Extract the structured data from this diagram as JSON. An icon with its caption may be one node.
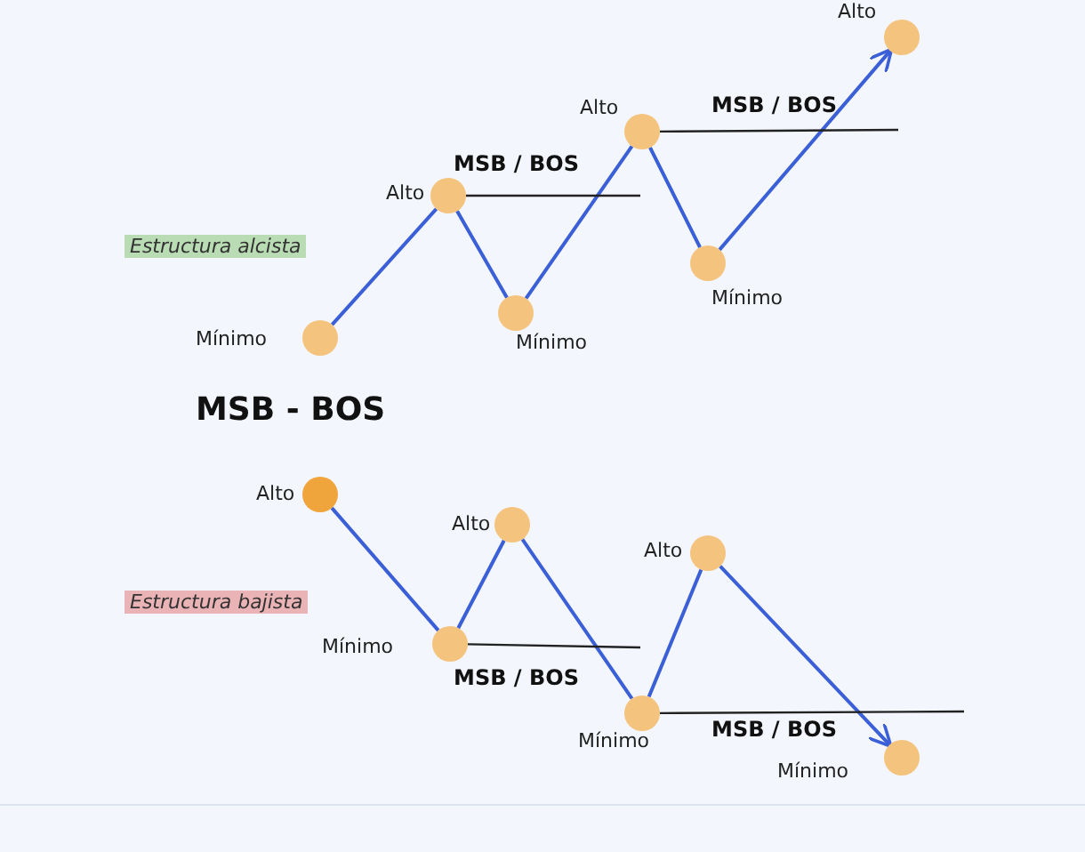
{
  "diagram": {
    "title": "MSB - BOS",
    "nodes": [
      {
        "text": [],
        "shape": "circle",
        "beside": [
          "Mínimo"
        ]
      },
      {
        "text": [],
        "shape": "circle",
        "beside": [
          "Alto"
        ]
      },
      {
        "text": [],
        "shape": "circle",
        "beside": [
          "Mínimo"
        ]
      },
      {
        "text": [],
        "shape": "circle",
        "beside": [
          "Alto"
        ]
      },
      {
        "text": [],
        "shape": "circle",
        "beside": [
          "Mínimo"
        ]
      },
      {
        "text": [],
        "shape": "circle",
        "beside": [
          "Alto"
        ]
      },
      {
        "text": [],
        "shape": "circle",
        "beside": [
          "Alto"
        ]
      },
      {
        "text": [],
        "shape": "circle",
        "beside": [
          "Mínimo"
        ]
      },
      {
        "text": [],
        "shape": "circle",
        "beside": [
          "Alto"
        ]
      },
      {
        "text": [],
        "shape": "circle",
        "beside": [
          "Mínimo"
        ]
      },
      {
        "text": [],
        "shape": "circle",
        "beside": [
          "Alto"
        ]
      },
      {
        "text": [],
        "shape": "circle",
        "beside": [
          "Mínimo"
        ]
      }
    ],
    "edges": [
      {
        "from": 0,
        "to": 1,
        "arrow": "none"
      },
      {
        "from": 1,
        "to": 2,
        "arrow": "none"
      },
      {
        "from": 2,
        "to": 3,
        "arrow": "none"
      },
      {
        "from": 3,
        "to": 4,
        "arrow": "none"
      },
      {
        "from": 4,
        "to": 5,
        "arrow": "to"
      },
      {
        "from": 1,
        "to": null,
        "arrow": "none",
        "label": "MSB / BOS",
        "color": "#222222"
      },
      {
        "from": 3,
        "to": null,
        "arrow": "none",
        "label": "MSB / BOS",
        "color": "#222222"
      },
      {
        "from": 6,
        "to": 7,
        "arrow": "none"
      },
      {
        "from": 7,
        "to": 8,
        "arrow": "none"
      },
      {
        "from": 8,
        "to": 9,
        "arrow": "none"
      },
      {
        "from": 9,
        "to": 10,
        "arrow": "none"
      },
      {
        "from": 10,
        "to": 11,
        "arrow": "to"
      },
      {
        "from": 7,
        "to": null,
        "arrow": "none",
        "label": "MSB / BOS",
        "color": "#222222"
      },
      {
        "from": 9,
        "to": null,
        "arrow": "none",
        "label": "MSB / BOS",
        "color": "#222222"
      }
    ],
    "labels": [
      "Estructura alcista",
      "Estructura bajista"
    ]
  }
}
